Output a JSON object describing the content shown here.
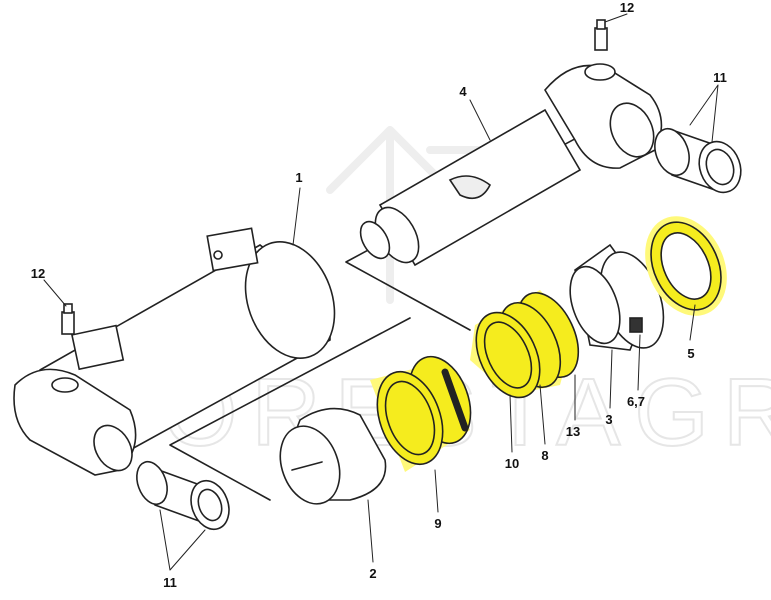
{
  "title": "Hydraulic cylinder exploded parts diagram",
  "watermark": "FORESTAGRI",
  "highlight_color": "#f5ec1e",
  "labels": {
    "grease_nipple_top": "12",
    "bushing_top": "11",
    "piston_rod": "4",
    "cylinder_barrel": "1",
    "grease_nipple_left": "12",
    "wiper_ring": "5",
    "set_screw": "6,7",
    "gland": "3",
    "seal_13": "13",
    "seal_8": "8",
    "seal_10": "10",
    "piston_seal": "9",
    "piston": "2",
    "bushing_bottom": "11"
  }
}
